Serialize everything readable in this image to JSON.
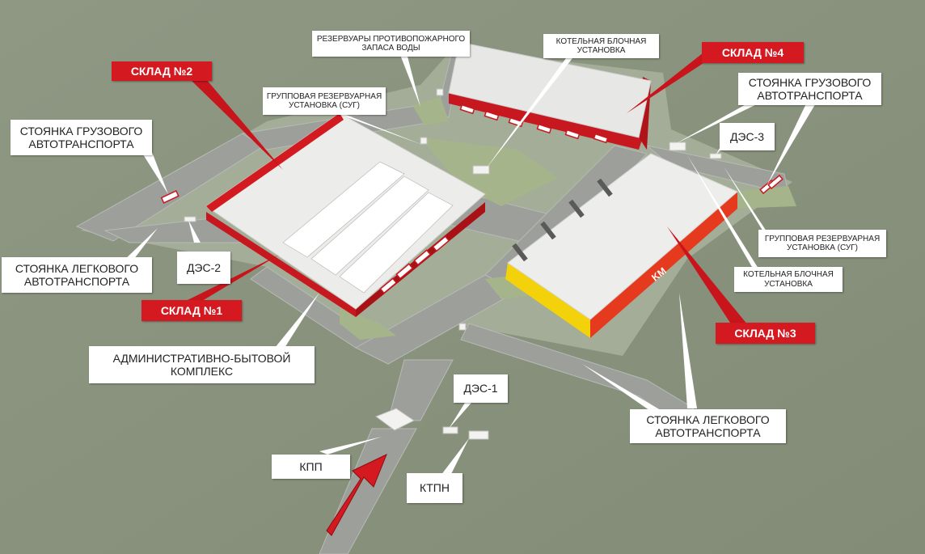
{
  "colors": {
    "ground": "#8c9680",
    "road": "#9a9c98",
    "lawn": "#9fae8a",
    "roof": "#e8e8e6",
    "wall_red": "#d41920",
    "wall_yellow": "#f2d20c",
    "callout_red": "#c8151c",
    "callout_white": "#ffffff"
  },
  "labels": {
    "sklad2": "СКЛАД №2",
    "sklad1": "СКЛАД №1",
    "sklad3": "СКЛАД №3",
    "sklad4": "СКЛАД №4",
    "truck_parking_left": "СТОЯНКА ГРУЗОВОГО\nАВТОТРАНСПОРТА",
    "truck_parking_right": "СТОЯНКА ГРУЗОВОГО\nАВТОТРАНСПОРТА",
    "car_parking_left": "СТОЯНКА ЛЕГКОВОГО\nАВТОТРАНСПОРТА",
    "car_parking_right": "СТОЯНКА ЛЕГКОВОГО\nАВТОТРАНСПОРТА",
    "fire_reservoirs": "РЕЗЕРВУАРЫ ПРОТИВОПОЖАРНОГО\nЗАПАСА ВОДЫ",
    "boiler_top": "КОТЕЛЬНАЯ БЛОЧНАЯ\nУСТАНОВКА",
    "boiler_right": "КОТЕЛЬНАЯ БЛОЧНАЯ\nУСТАНОВКА",
    "lpg_top": "ГРУППОВАЯ РЕЗЕРВУАРНАЯ\nУСТАНОВКА (СУГ)",
    "lpg_right": "ГРУППОВАЯ РЕЗЕРВУАРНАЯ\nУСТАНОВКА (СУГ)",
    "des1": "ДЭС-1",
    "des2": "ДЭС-2",
    "des3": "ДЭС-3",
    "admin": "АДМИНИСТРАТИВНО-БЫТОВОЙ\nКОМПЛЕКС",
    "kpp": "КПП",
    "ktpn": "КТПН",
    "building_logo": "KM"
  }
}
